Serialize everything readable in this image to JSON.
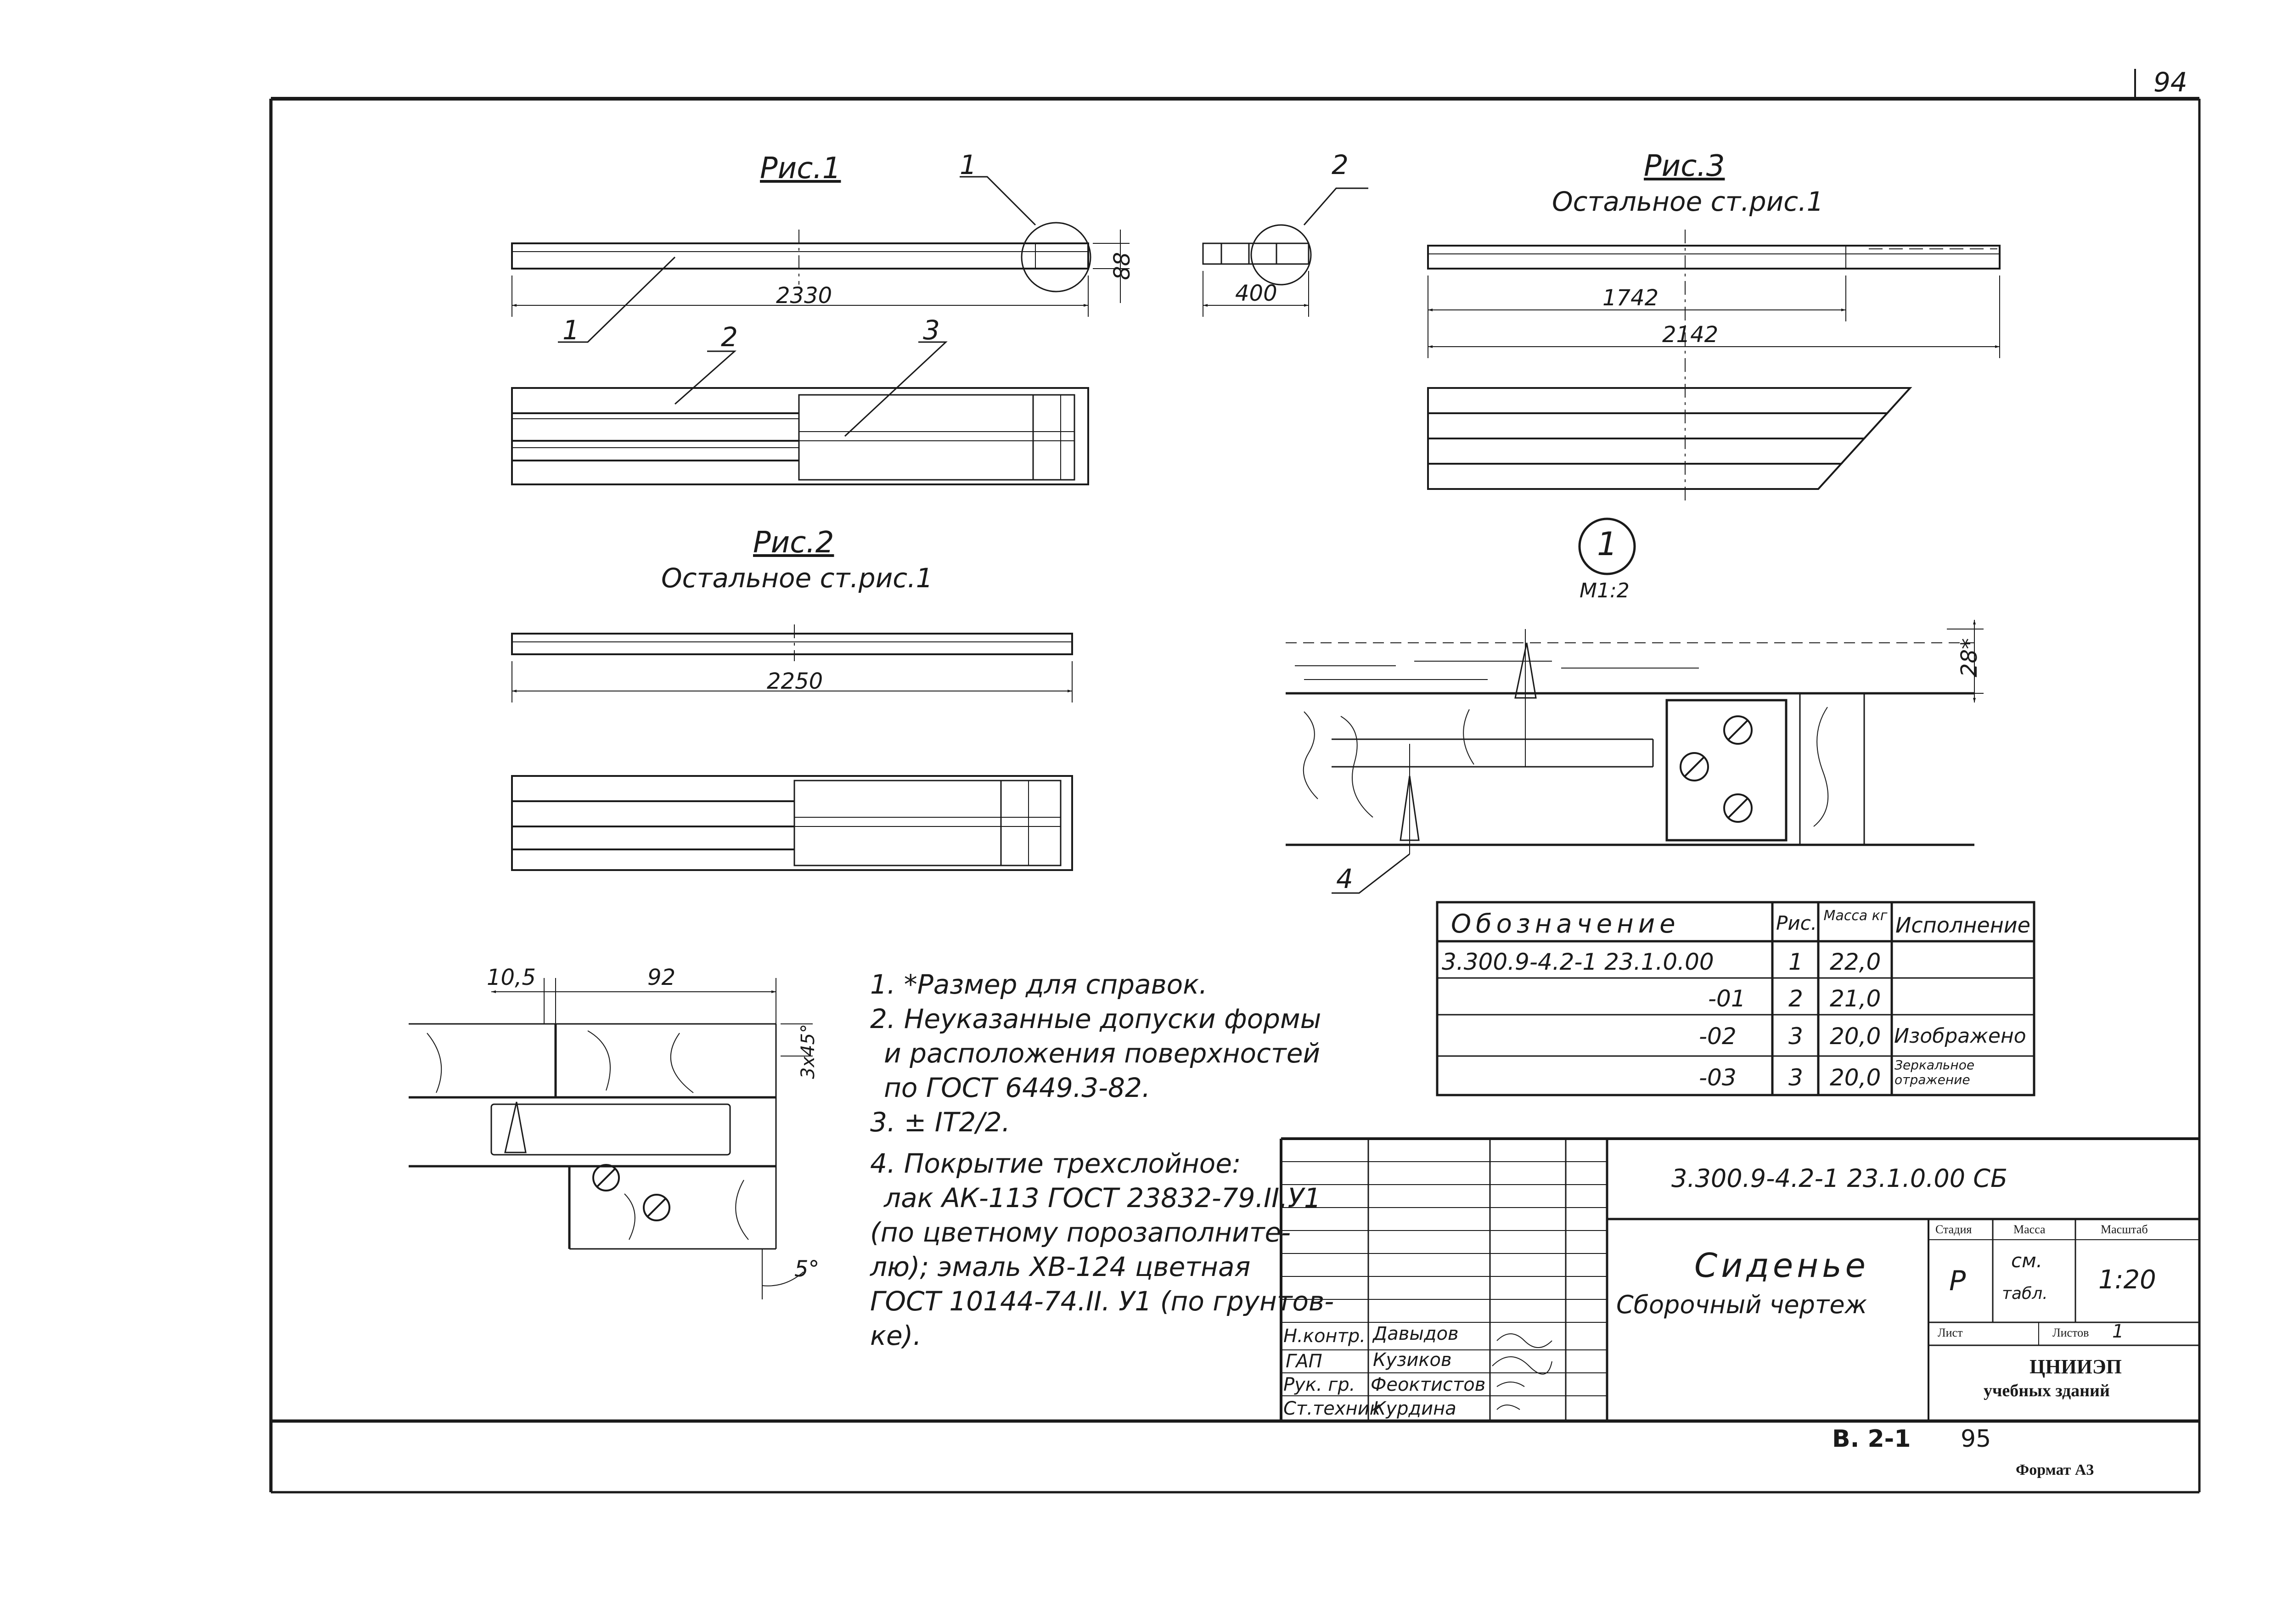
{
  "sheet": {
    "page_number": "94",
    "bottom_code": "В. 2-1",
    "bottom_num": "95",
    "format": "Формат А3"
  },
  "fig1": {
    "caption": "Рис.1",
    "length": "2330",
    "height": "88",
    "callouts": [
      "1",
      "2",
      "3"
    ],
    "detail_callout": "1"
  },
  "fig_top2": {
    "callout": "2",
    "dim": "400"
  },
  "fig3": {
    "caption": "Рис.3",
    "subtitle": "Остальное ст.рис.1",
    "dim1": "1742",
    "dim2": "2142"
  },
  "fig2": {
    "caption": "Рис.2",
    "subtitle": "Остальное ст.рис.1",
    "length": "2250"
  },
  "detail1": {
    "number": "1",
    "scale": "М1:2",
    "dim": "28*",
    "callout": "4"
  },
  "section": {
    "dim_a": "10,5",
    "dim_b": "92",
    "dim_chamfer": "3х45°",
    "angle": "5°"
  },
  "notes": [
    "1. *Размер для справок.",
    "2. Неуказанные допуски формы",
    "и расположения поверхностей",
    "по ГОСТ 6449.3-82.",
    "3. ± IT2/2.",
    "4. Покрытие трехслойное:",
    "лак АК-113 ГОСТ 23832-79.II.У1",
    "(по цветному порозаполните-",
    "лю); эмаль ХВ-124 цветная",
    "ГОСТ 10144-74.II. У1 (по грунтов-",
    "ке)."
  ],
  "spec_table": {
    "headers": [
      "Обозначение",
      "Рис.",
      "Масса кг",
      "Исполнение"
    ],
    "rows": [
      [
        "3.300.9-4.2-1 23.1.0.00",
        "1",
        "22,0",
        ""
      ],
      [
        "-01",
        "2",
        "21,0",
        ""
      ],
      [
        "-02",
        "3",
        "20,0",
        "Изображено"
      ],
      [
        "-03",
        "3",
        "20,0",
        "Зеркальное отражение"
      ]
    ]
  },
  "title_block": {
    "doc_code": "3.300.9-4.2-1 23.1.0.00 СБ",
    "name_line1": "Сиденье",
    "name_line2": "Сборочный чертеж",
    "stage_header": "Стадия",
    "mass_header": "Масса",
    "scale_header": "Масштаб",
    "stage": "Р",
    "mass_line1": "см.",
    "mass_line2": "табл.",
    "scale": "1:20",
    "sheet_label": "Лист",
    "sheets_label": "Листов",
    "sheets_count": "1",
    "org_line1": "ЦНИИЭП",
    "org_line2": "учебных зданий",
    "roles": [
      "Н.контр.",
      "ГАП",
      "Рук. гр.",
      "Ст.техник"
    ],
    "people": [
      "Давыдов",
      "Кузиков",
      "Феоктистов",
      "Курдина"
    ]
  }
}
